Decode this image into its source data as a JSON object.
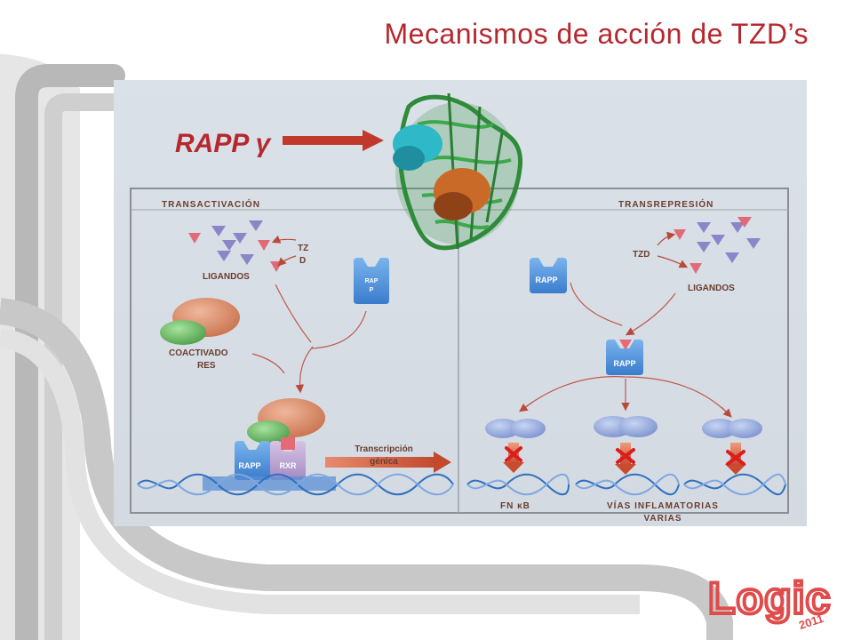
{
  "title": "Mecanismos de acción de TZD’s",
  "rapp_gamma_label": "RAPP γ",
  "sections": {
    "left_header": "TRANSACTIVACIÓN",
    "right_header": "TRANSREPRESIÓN"
  },
  "left": {
    "tzd_label_line1": "TZ",
    "tzd_label_line2": "D",
    "ligandos_label": "LIGANDOS",
    "coactivadores_line1": "COACTIVADO",
    "coactivadores_line2": "RES",
    "rapp_small_line1": "RAP",
    "rapp_small_line2": "P",
    "rapp_bottom": "RAPP",
    "rxr_bottom": "RXR",
    "transcripcion_line1": "Transcripción",
    "transcripcion_line2": "génica"
  },
  "right": {
    "tzd_label": "TZD",
    "ligandos_label": "LIGANDOS",
    "rapp_top": "RAPP",
    "rapp_middle": "RAPP",
    "fnkb_label": "FN κB",
    "vias_line1": "VÍAS INFLAMATORIAS",
    "vias_line2": "VARIAS"
  },
  "logo": {
    "brand": "Logic",
    "year": "2011"
  },
  "colors": {
    "title": "#b5282e",
    "accent_red": "#c0392b",
    "receptor_blue": "#4a90d9",
    "panel_bg": "#d6dde4",
    "label_brown": "#6a3d2e"
  }
}
